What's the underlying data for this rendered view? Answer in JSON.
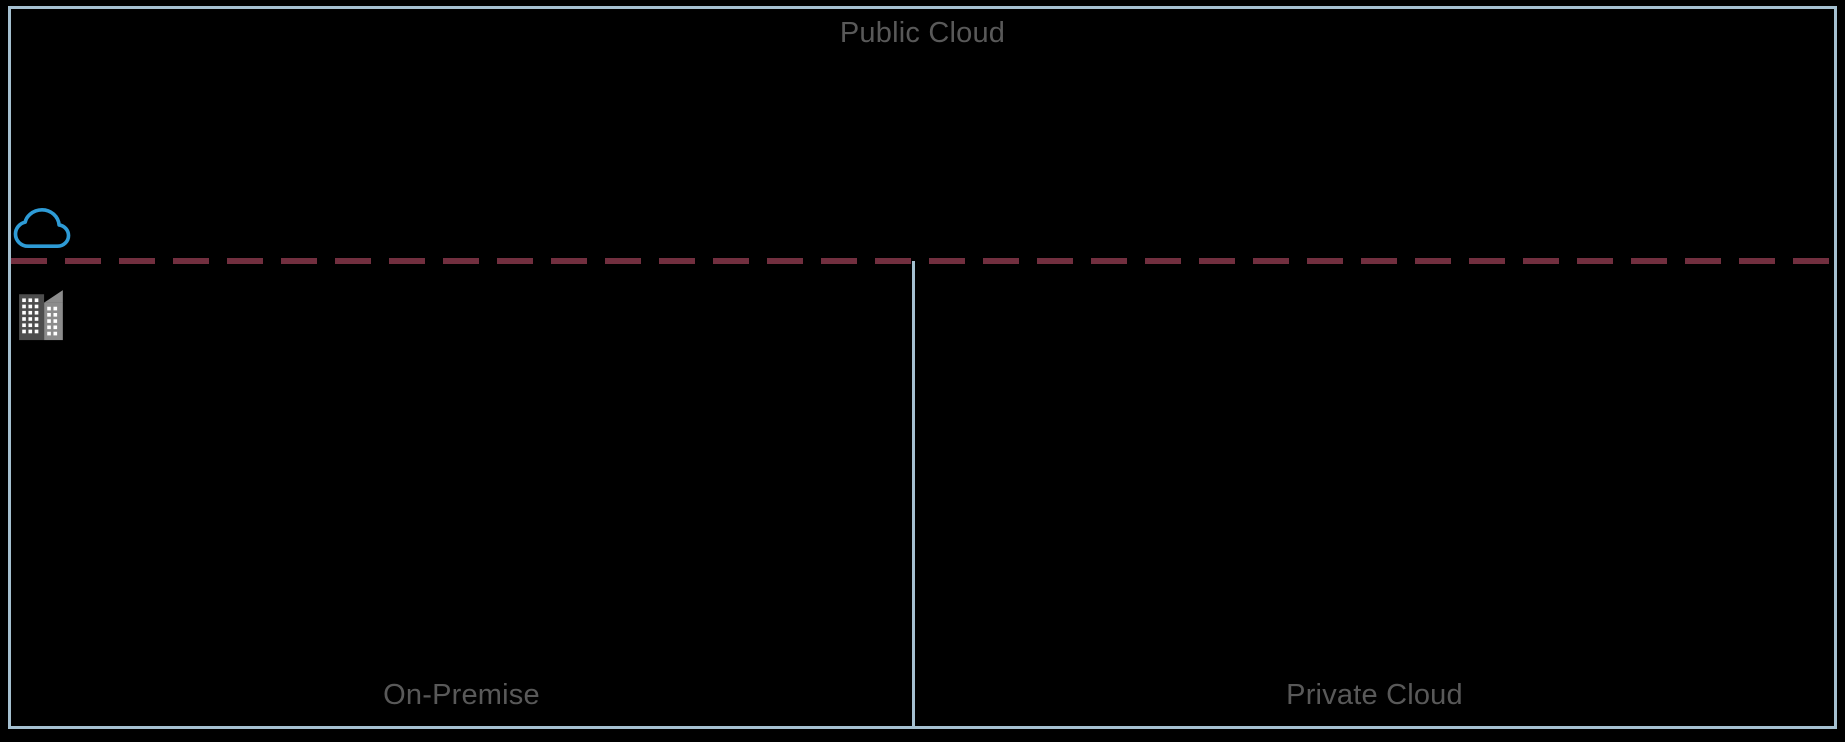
{
  "diagram": {
    "top_zone": {
      "label": "Public Cloud"
    },
    "bottom_left_zone": {
      "label": "On-Premise"
    },
    "bottom_right_zone": {
      "label": "Private Cloud"
    },
    "icons": {
      "cloud": "cloud-icon",
      "building": "office-building-icon"
    },
    "colors": {
      "background": "#000000",
      "border": "#A5C0D0",
      "divider": "#A5C0D0",
      "boundary_dash": "#722F3F",
      "label_text": "#595959",
      "cloud_icon": "#2E9BD6"
    }
  }
}
